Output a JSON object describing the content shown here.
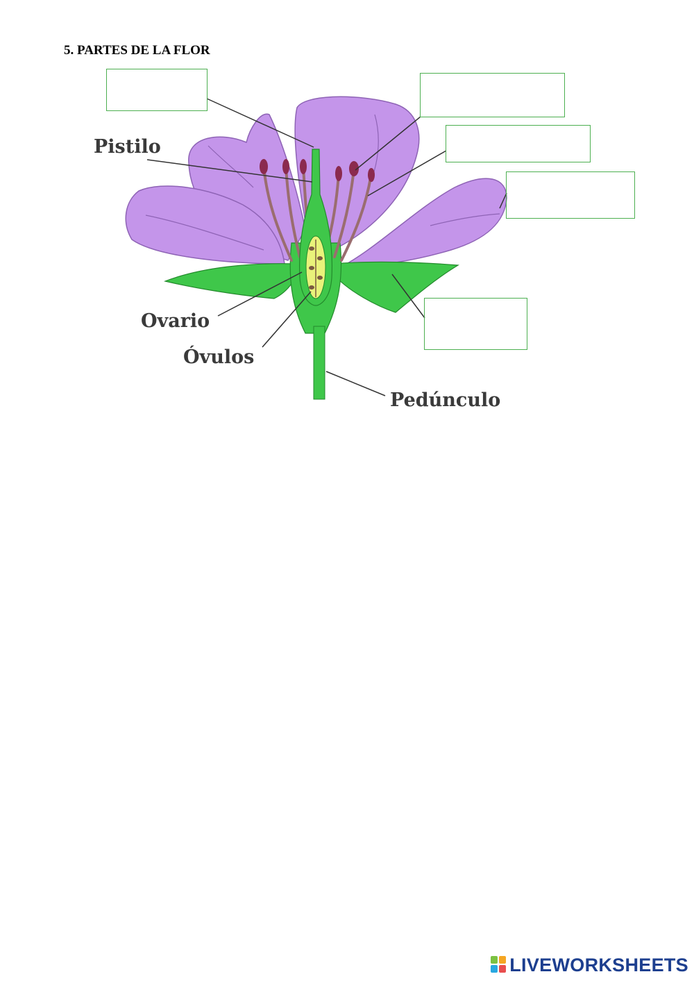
{
  "worksheet": {
    "title": "5.  PARTES DE LA FLOR"
  },
  "diagram": {
    "labels": {
      "pistilo": "Pistilo",
      "ovario": "Ovario",
      "ovulos": "Óvulos",
      "pedunculo": "Pedúnculo"
    },
    "answer_boxes": [
      {
        "id": "estigma",
        "value": ""
      },
      {
        "id": "antera",
        "value": ""
      },
      {
        "id": "filamento",
        "value": ""
      },
      {
        "id": "petalo",
        "value": ""
      },
      {
        "id": "sepalo",
        "value": ""
      }
    ],
    "colors": {
      "petal": "#c495ea",
      "petal_outline": "#8e63b5",
      "green": "#3fc74a",
      "green_dark": "#238a2c",
      "filament": "#9a6d6f",
      "anther": "#8b2a4e",
      "ovary": "#e9f27a",
      "box_border": "#4caf50"
    }
  },
  "footer": {
    "brand": "LIVEWORKSHEETS",
    "brand_color": "#1d3f8f"
  }
}
